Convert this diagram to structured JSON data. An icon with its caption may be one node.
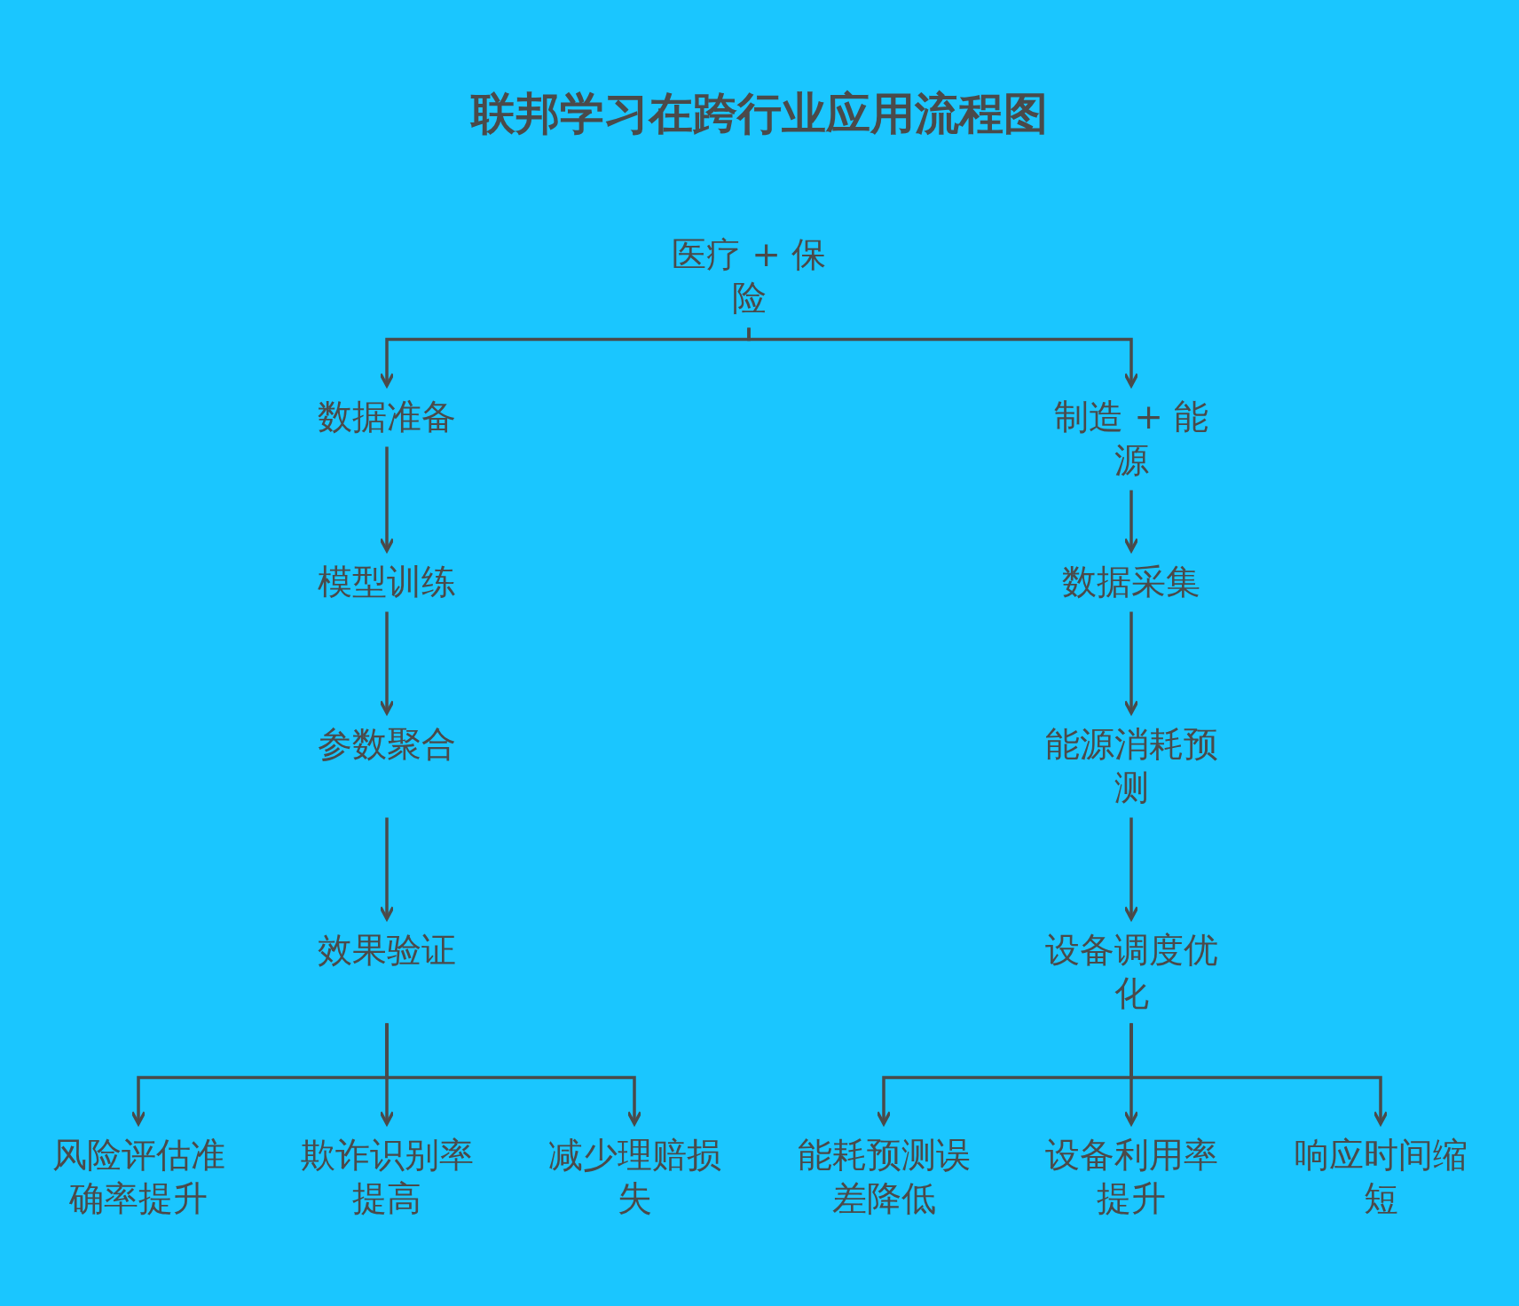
{
  "diagram": {
    "title": "联邦学习在跨行业应用流程图",
    "nodes": [
      {
        "text": [
          "医疗 + 保险"
        ]
      },
      {
        "text": [
          "数据准备"
        ]
      },
      {
        "text": [
          "模型训练"
        ]
      },
      {
        "text": [
          "参数聚合"
        ]
      },
      {
        "text": [
          "效果验证"
        ]
      },
      {
        "text": [
          "风险评估准确率提升"
        ]
      },
      {
        "text": [
          "欺诈识别率提高"
        ]
      },
      {
        "text": [
          "减少理赔损失"
        ]
      },
      {
        "text": [
          "制造 + 能源"
        ]
      },
      {
        "text": [
          "数据采集"
        ]
      },
      {
        "text": [
          "能源消耗预测"
        ]
      },
      {
        "text": [
          "设备调度优化"
        ]
      },
      {
        "text": [
          "能耗预测误差降低"
        ]
      },
      {
        "text": [
          "设备利用率提升"
        ]
      },
      {
        "text": [
          "响应时间缩短"
        ]
      }
    ],
    "edges": [
      {
        "from": 0,
        "to": 1,
        "arrow": "to"
      },
      {
        "from": 0,
        "to": 8,
        "arrow": "to"
      },
      {
        "from": 1,
        "to": 2,
        "arrow": "to"
      },
      {
        "from": 2,
        "to": 3,
        "arrow": "to"
      },
      {
        "from": 3,
        "to": 4,
        "arrow": "to"
      },
      {
        "from": 4,
        "to": 5,
        "arrow": "to"
      },
      {
        "from": 4,
        "to": 6,
        "arrow": "to"
      },
      {
        "from": 4,
        "to": 7,
        "arrow": "to"
      },
      {
        "from": 8,
        "to": 9,
        "arrow": "to"
      },
      {
        "from": 9,
        "to": 10,
        "arrow": "to"
      },
      {
        "from": 10,
        "to": 11,
        "arrow": "to"
      },
      {
        "from": 11,
        "to": 12,
        "arrow": "to"
      },
      {
        "from": 11,
        "to": 13,
        "arrow": "to"
      },
      {
        "from": 11,
        "to": 14,
        "arrow": "to"
      }
    ]
  }
}
